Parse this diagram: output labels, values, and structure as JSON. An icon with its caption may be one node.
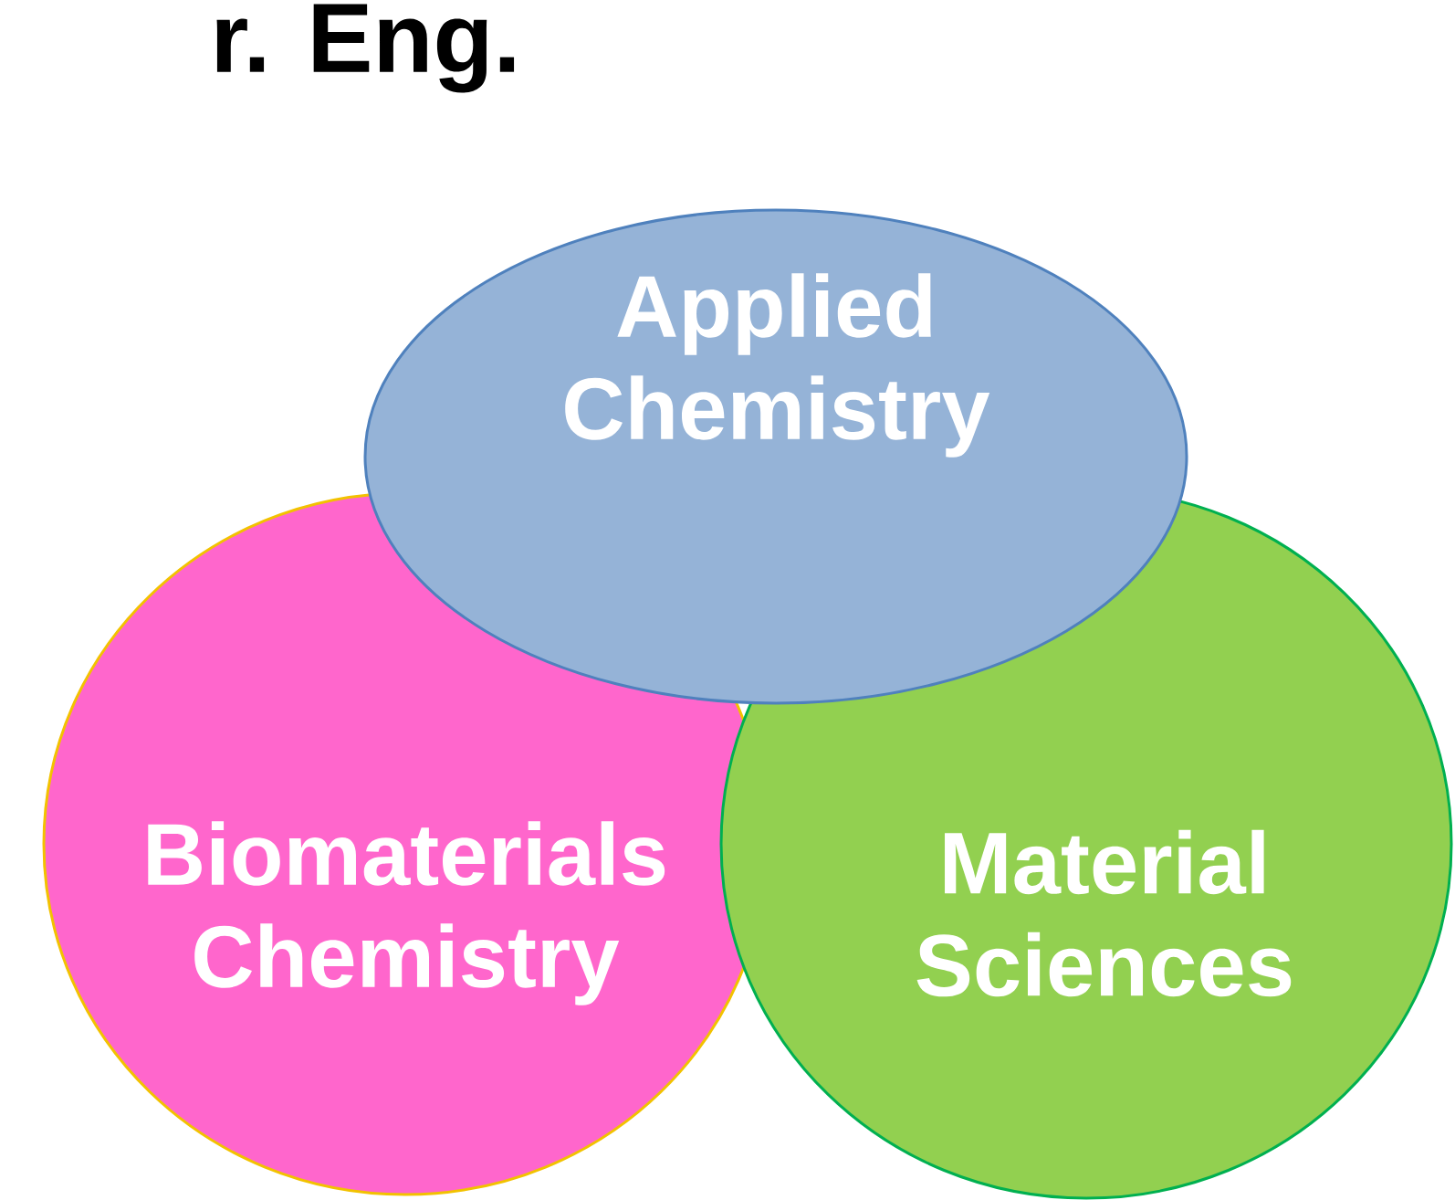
{
  "diagram": {
    "title": "r. Eng.",
    "nodes": [
      {
        "text": [
          "Applied Chemistry"
        ]
      },
      {
        "text": [
          "Biomaterials Chemistry"
        ]
      },
      {
        "text": [
          "Material Sciences"
        ]
      }
    ]
  }
}
